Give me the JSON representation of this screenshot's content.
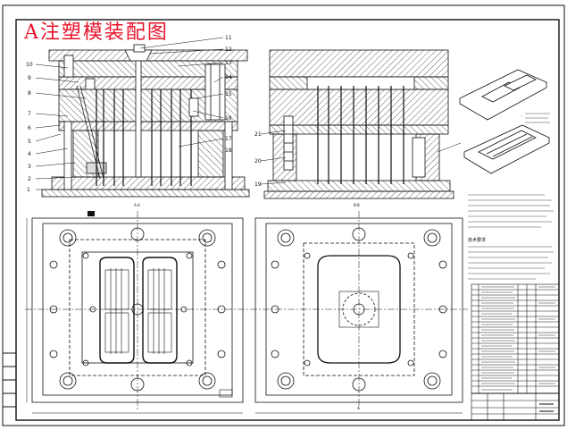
{
  "title": "A注塑模装配图",
  "part_numbers_left": [
    "1",
    "2",
    "3",
    "4",
    "5",
    "6",
    "7",
    "8",
    "9",
    "10"
  ],
  "part_numbers_center": [
    "11",
    "12",
    "13",
    "14",
    "15",
    "16",
    "17",
    "18",
    "19",
    "20",
    "21"
  ],
  "view_labels": {
    "section_a": "A-A",
    "section_b": "B-B",
    "bottom_center": "A"
  },
  "tech_requirements_title": "技术要求",
  "colors": {
    "line": "#111111",
    "title": "#e8142a",
    "paper": "#ffffff"
  }
}
